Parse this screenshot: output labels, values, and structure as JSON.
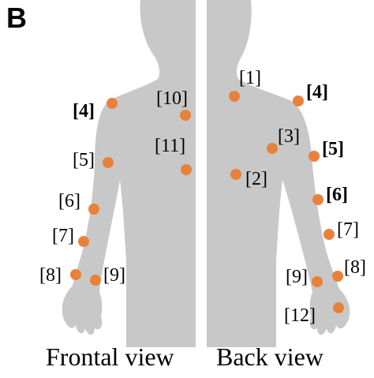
{
  "panel_letter": "B",
  "views": {
    "frontal": {
      "label": "Frontal view"
    },
    "back": {
      "label": "Back view"
    }
  },
  "colors": {
    "silhouette": "#c8c8c8",
    "point": "#e8823a",
    "text": "#000000"
  },
  "frontal_points": [
    {
      "label": "[4]",
      "bold": true
    },
    {
      "label": "[5]",
      "bold": false
    },
    {
      "label": "[6]",
      "bold": false
    },
    {
      "label": "[7]",
      "bold": false
    },
    {
      "label": "[8]",
      "bold": false
    },
    {
      "label": "[9]",
      "bold": false
    },
    {
      "label": "[10]",
      "bold": false
    },
    {
      "label": "[11]",
      "bold": false
    }
  ],
  "back_points": [
    {
      "label": "[1]",
      "bold": false
    },
    {
      "label": "[4]",
      "bold": true
    },
    {
      "label": "[3]",
      "bold": false
    },
    {
      "label": "[5]",
      "bold": true
    },
    {
      "label": "[2]",
      "bold": false
    },
    {
      "label": "[6]",
      "bold": true
    },
    {
      "label": "[7]",
      "bold": false
    },
    {
      "label": "[8]",
      "bold": false
    },
    {
      "label": "[9]",
      "bold": false
    },
    {
      "label": "[12]",
      "bold": false
    }
  ]
}
